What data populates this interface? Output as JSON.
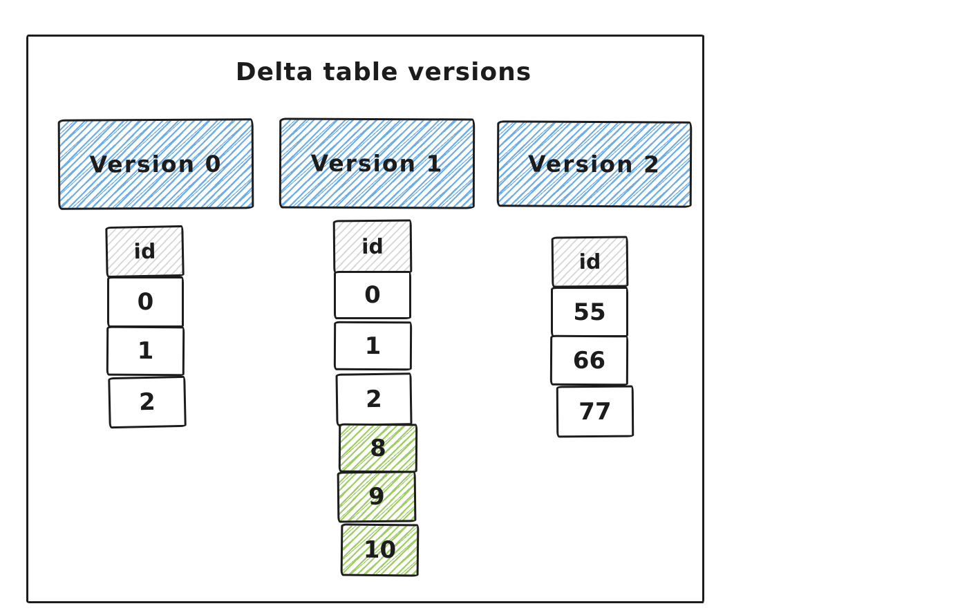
{
  "title": "Delta table versions",
  "versions": [
    {
      "label": "Version 0",
      "id_label": "id",
      "rows": [
        "0",
        "1",
        "2"
      ]
    },
    {
      "label": "Version 1",
      "id_label": "id",
      "rows": [
        "0",
        "1",
        "2"
      ],
      "new_rows": [
        "8",
        "9",
        "10"
      ]
    },
    {
      "label": "Version 2",
      "id_label": "id",
      "rows": [
        "55",
        "66",
        "77"
      ]
    }
  ],
  "colors": {
    "stroke": "#1c1c1c",
    "version_header_hatch": "#6cade6",
    "id_header_hatch": "#d6d6d6",
    "new_row_hatch": "#9ecd63"
  }
}
